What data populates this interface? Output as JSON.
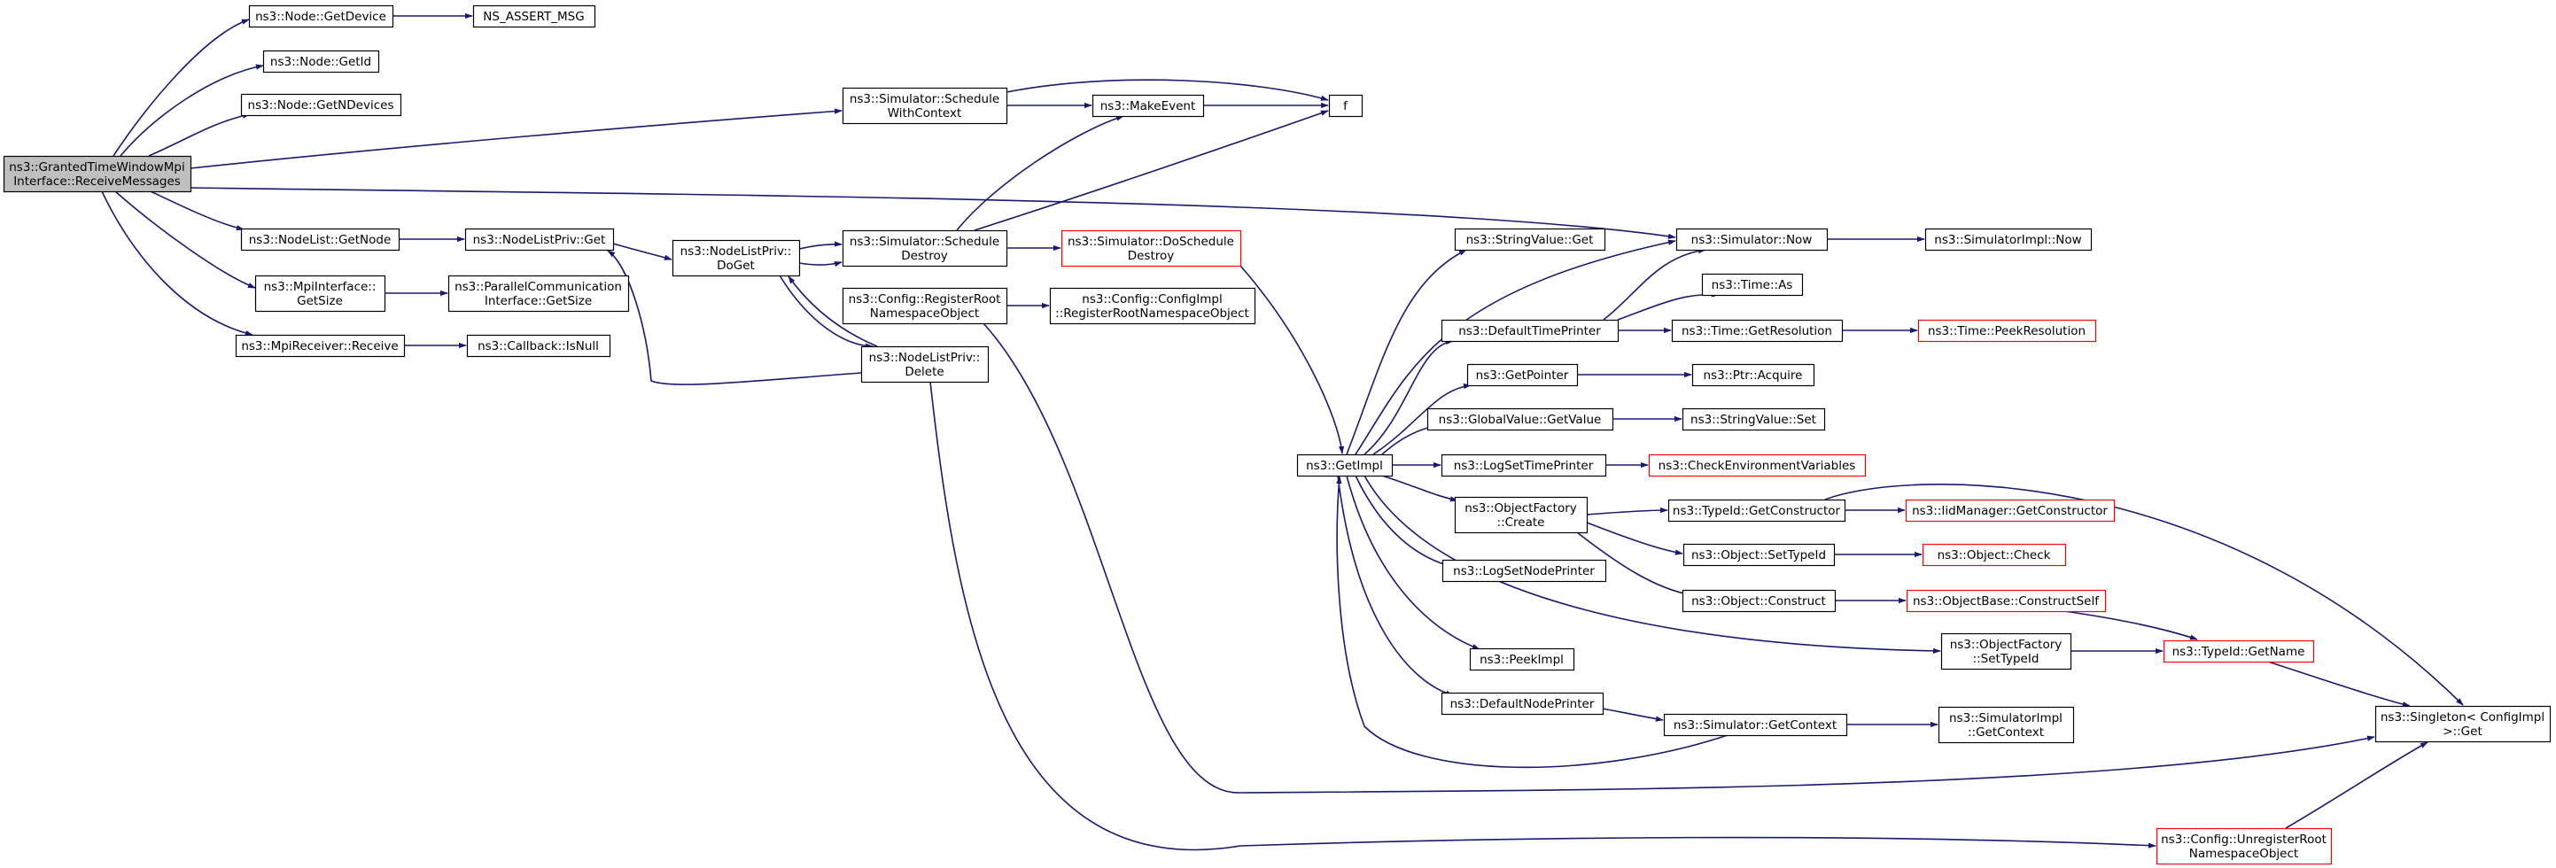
{
  "graph": {
    "colors": {
      "edge": "#191970",
      "node_border": "#000000",
      "truncated_border": "#ff0000",
      "root_fill": "#bfbfbf",
      "node_fill": "#ffffff"
    },
    "nodes": [
      {
        "id": "root",
        "lines": [
          "ns3::GrantedTimeWindowMpi",
          "Interface::ReceiveMessages"
        ],
        "style": "root"
      },
      {
        "id": "node_getdevice",
        "lines": [
          "ns3::Node::GetDevice"
        ],
        "style": "normal"
      },
      {
        "id": "ns_assert_msg",
        "lines": [
          "NS_ASSERT_MSG"
        ],
        "style": "normal"
      },
      {
        "id": "node_getid",
        "lines": [
          "ns3::Node::GetId"
        ],
        "style": "normal"
      },
      {
        "id": "node_getndevices",
        "lines": [
          "ns3::Node::GetNDevices"
        ],
        "style": "normal"
      },
      {
        "id": "sched_ctx",
        "lines": [
          "ns3::Simulator::Schedule",
          "WithContext"
        ],
        "style": "normal"
      },
      {
        "id": "makeevent",
        "lines": [
          "ns3::MakeEvent"
        ],
        "style": "normal"
      },
      {
        "id": "f",
        "lines": [
          "f"
        ],
        "style": "normal"
      },
      {
        "id": "nodelist_getnode",
        "lines": [
          "ns3::NodeList::GetNode"
        ],
        "style": "normal"
      },
      {
        "id": "nlp_get",
        "lines": [
          "ns3::NodeListPriv::Get"
        ],
        "style": "normal"
      },
      {
        "id": "nlp_doget",
        "lines": [
          "ns3::NodeListPriv::",
          "DoGet"
        ],
        "style": "normal"
      },
      {
        "id": "sched_destroy",
        "lines": [
          "ns3::Simulator::Schedule",
          "Destroy"
        ],
        "style": "normal"
      },
      {
        "id": "do_sched_destroy",
        "lines": [
          "ns3::Simulator::DoSchedule",
          "Destroy"
        ],
        "style": "truncated"
      },
      {
        "id": "cfg_register",
        "lines": [
          "ns3::Config::RegisterRoot",
          "NamespaceObject"
        ],
        "style": "normal"
      },
      {
        "id": "cfgimpl_register",
        "lines": [
          "ns3::Config::ConfigImpl",
          "::RegisterRootNamespaceObject"
        ],
        "style": "normal"
      },
      {
        "id": "nlp_delete",
        "lines": [
          "ns3::NodeListPriv::",
          "Delete"
        ],
        "style": "normal"
      },
      {
        "id": "mpi_getsize",
        "lines": [
          "ns3::MpiInterface::",
          "GetSize"
        ],
        "style": "normal"
      },
      {
        "id": "pci_getsize",
        "lines": [
          "ns3::ParallelCommunication",
          "Interface::GetSize"
        ],
        "style": "normal"
      },
      {
        "id": "mpirecv",
        "lines": [
          "ns3::MpiReceiver::Receive"
        ],
        "style": "normal"
      },
      {
        "id": "cb_isnull",
        "lines": [
          "ns3::Callback::IsNull"
        ],
        "style": "normal"
      },
      {
        "id": "getimpl",
        "lines": [
          "ns3::GetImpl"
        ],
        "style": "normal"
      },
      {
        "id": "sv_get",
        "lines": [
          "ns3::StringValue::Get"
        ],
        "style": "normal"
      },
      {
        "id": "sim_now",
        "lines": [
          "ns3::Simulator::Now"
        ],
        "style": "normal"
      },
      {
        "id": "simimpl_now",
        "lines": [
          "ns3::SimulatorImpl::Now"
        ],
        "style": "normal"
      },
      {
        "id": "default_time_printer",
        "lines": [
          "ns3::DefaultTimePrinter"
        ],
        "style": "normal"
      },
      {
        "id": "time_as",
        "lines": [
          "ns3::Time::As"
        ],
        "style": "normal"
      },
      {
        "id": "time_getres",
        "lines": [
          "ns3::Time::GetResolution"
        ],
        "style": "normal"
      },
      {
        "id": "time_peekres",
        "lines": [
          "ns3::Time::PeekResolution"
        ],
        "style": "truncated"
      },
      {
        "id": "getpointer",
        "lines": [
          "ns3::GetPointer"
        ],
        "style": "normal"
      },
      {
        "id": "ptr_acquire",
        "lines": [
          "ns3::Ptr::Acquire"
        ],
        "style": "normal"
      },
      {
        "id": "gv_getvalue",
        "lines": [
          "ns3::GlobalValue::GetValue"
        ],
        "style": "normal"
      },
      {
        "id": "sv_set",
        "lines": [
          "ns3::StringValue::Set"
        ],
        "style": "normal"
      },
      {
        "id": "logsettimeprinter",
        "lines": [
          "ns3::LogSetTimePrinter"
        ],
        "style": "normal"
      },
      {
        "id": "checkenv",
        "lines": [
          "ns3::CheckEnvironmentVariables"
        ],
        "style": "truncated"
      },
      {
        "id": "of_create",
        "lines": [
          "ns3::ObjectFactory",
          "::Create"
        ],
        "style": "normal"
      },
      {
        "id": "typeid_getctor",
        "lines": [
          "ns3::TypeId::GetConstructor"
        ],
        "style": "normal"
      },
      {
        "id": "iidmgr_getctor",
        "lines": [
          "ns3::IidManager::GetConstructor"
        ],
        "style": "truncated"
      },
      {
        "id": "obj_settypeid",
        "lines": [
          "ns3::Object::SetTypeId"
        ],
        "style": "normal"
      },
      {
        "id": "obj_check",
        "lines": [
          "ns3::Object::Check"
        ],
        "style": "truncated"
      },
      {
        "id": "logsetnodeprinter",
        "lines": [
          "ns3::LogSetNodePrinter"
        ],
        "style": "normal"
      },
      {
        "id": "obj_construct",
        "lines": [
          "ns3::Object::Construct"
        ],
        "style": "normal"
      },
      {
        "id": "objbase_constructself",
        "lines": [
          "ns3::ObjectBase::ConstructSelf"
        ],
        "style": "truncated"
      },
      {
        "id": "of_settypeid",
        "lines": [
          "ns3::ObjectFactory",
          "::SetTypeId"
        ],
        "style": "normal"
      },
      {
        "id": "typeid_getname",
        "lines": [
          "ns3::TypeId::GetName"
        ],
        "style": "truncated"
      },
      {
        "id": "peekimpl",
        "lines": [
          "ns3::PeekImpl"
        ],
        "style": "normal"
      },
      {
        "id": "defaultnodeprinter",
        "lines": [
          "ns3::DefaultNodePrinter"
        ],
        "style": "normal"
      },
      {
        "id": "sim_getcontext",
        "lines": [
          "ns3::Simulator::GetContext"
        ],
        "style": "normal"
      },
      {
        "id": "simimpl_getcontext",
        "lines": [
          "ns3::SimulatorImpl",
          "::GetContext"
        ],
        "style": "normal"
      },
      {
        "id": "singleton_get",
        "lines": [
          "ns3::Singleton< ConfigImpl",
          " >::Get"
        ],
        "style": "normal"
      },
      {
        "id": "cfg_unregister",
        "lines": [
          "ns3::Config::UnregisterRoot",
          "NamespaceObject"
        ],
        "style": "truncated"
      }
    ]
  }
}
